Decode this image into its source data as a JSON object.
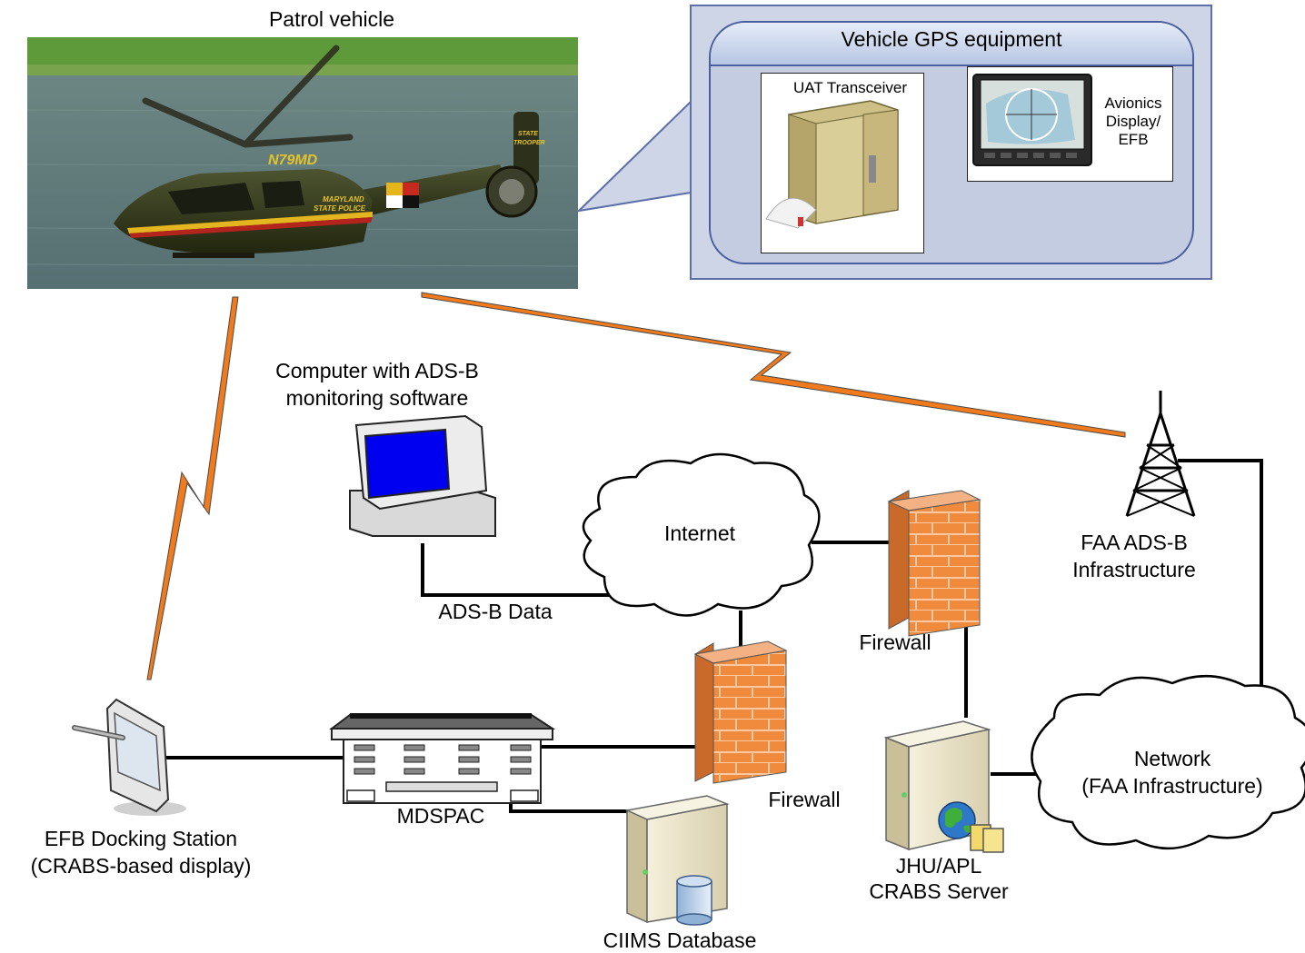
{
  "labels": {
    "patrol_vehicle": "Patrol vehicle",
    "vehicle_gps_equipment": "Vehicle GPS equipment",
    "uat_transceiver": "UAT Transceiver",
    "avionics_line1": "Avionics",
    "avionics_line2": "Display/",
    "avionics_line3": "EFB",
    "computer_line1": "Computer with ADS-B",
    "computer_line2": "monitoring software",
    "internet": "Internet",
    "ads_b_data": "ADS-B Data",
    "firewall_upper": "Firewall",
    "firewall_lower": "Firewall",
    "faa_line1": "FAA ADS-B",
    "faa_line2": "Infrastructure",
    "network_line1": "Network",
    "network_line2": "(FAA Infrastructure)",
    "efb_line1": "EFB Docking Station",
    "efb_line2": "(CRABS-based display)",
    "mdspac": "MDSPAC",
    "ciims": "CIIMS Database",
    "jhu_line1": "JHU/APL",
    "jhu_line2": "CRABS Server"
  },
  "photo_markings": {
    "tail_number": "N79MD",
    "agency_line1": "MARYLAND",
    "agency_line2": "STATE POLICE",
    "tail_line1": "STATE",
    "tail_line2": "TROOPER"
  },
  "colors": {
    "lightning": "#f07a1c",
    "firewall": "#f08a3c",
    "callout_fill": "#cdd5e6",
    "callout_border": "#4a5ea0",
    "monitor_screen": "#0000f0",
    "water": "#607a7c",
    "grass": "#5f9a3a"
  }
}
